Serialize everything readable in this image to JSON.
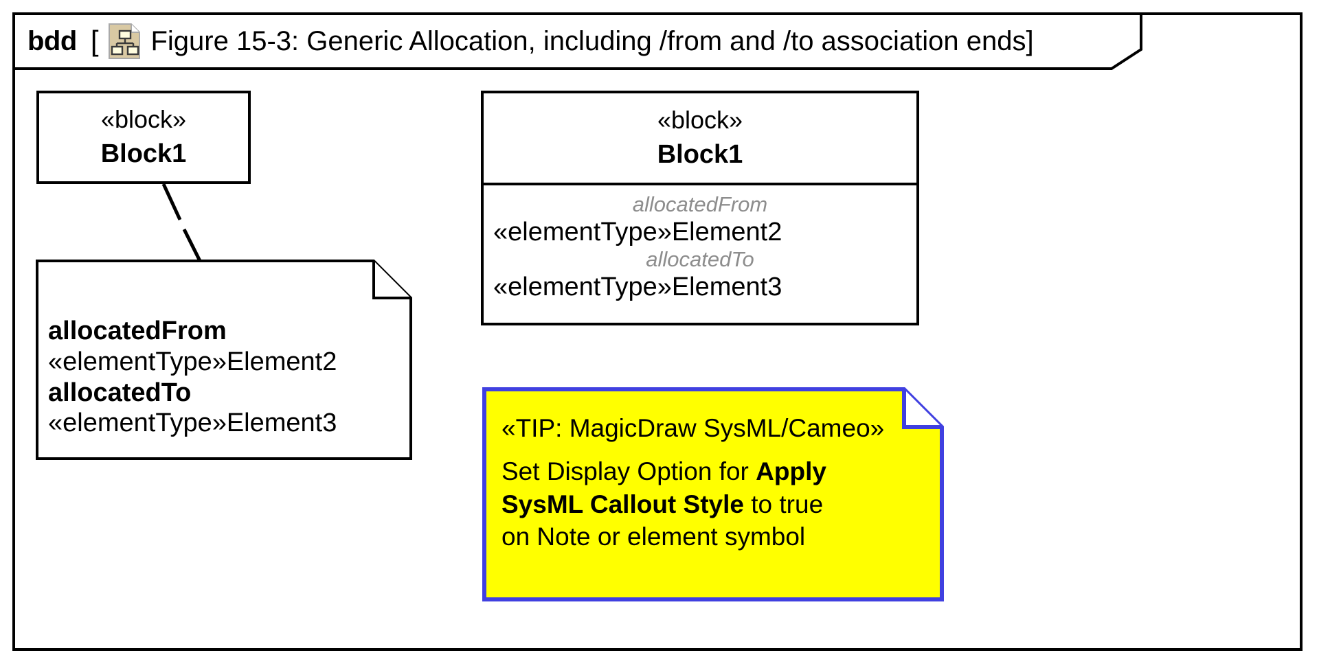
{
  "diagram": {
    "kind": "bdd",
    "bracket_open": "[",
    "bracket_close": "]",
    "icon_name": "block-definition-diagram-icon",
    "title": "Figure 15-3: Generic Allocation, including /from and /to association ends]"
  },
  "left_block": {
    "stereotype": "«block»",
    "name": "Block1"
  },
  "right_block": {
    "stereotype": "«block»",
    "name": "Block1",
    "compartments": [
      {
        "label": "allocatedFrom",
        "value": "«elementType»Element2"
      },
      {
        "label": "allocatedTo",
        "value": "«elementType»Element3"
      }
    ]
  },
  "left_note": {
    "lines": [
      {
        "key": "allocatedFrom",
        "value": "«elementType»Element2"
      },
      {
        "key": "allocatedTo",
        "value": "«elementType»Element3"
      }
    ]
  },
  "tip_note": {
    "heading": "«TIP: MagicDraw SysML/Cameo»",
    "line1_pre": "Set Display Option for ",
    "line1_bold": "Apply",
    "line2_bold": "SysML Callout Style",
    "line2_post": " to true",
    "line3": "on Note or element symbol",
    "fill_color": "#FFFF00",
    "border_color": "#4040E0"
  },
  "colors": {
    "frame_border": "#000000",
    "feature_label": "#8D8D8D",
    "icon_fill": "#D9C9A3",
    "icon_box_fill": "#FFFDE0",
    "tip_fill": "#FFFF00",
    "tip_border": "#4040E0"
  }
}
